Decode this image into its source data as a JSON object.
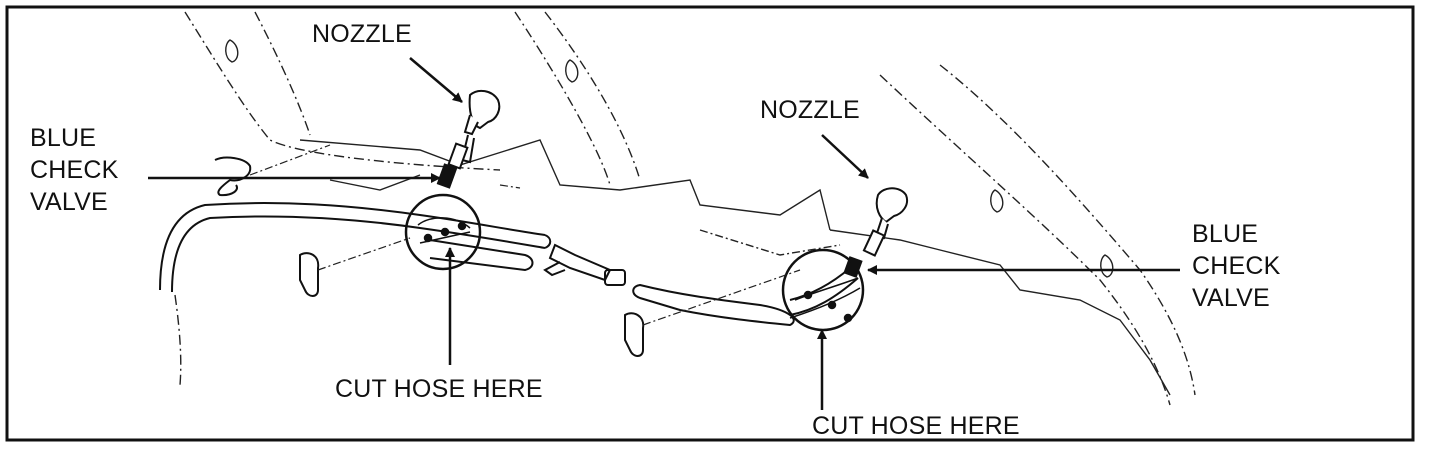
{
  "labels": {
    "nozzle_left": "NOZZLE",
    "nozzle_right": "NOZZLE",
    "check_valve_left": [
      "BLUE",
      "CHECK",
      "VALVE"
    ],
    "check_valve_right": [
      "BLUE",
      "CHECK",
      "VALVE"
    ],
    "cut_hose_left": "CUT HOSE HERE",
    "cut_hose_right": "CUT HOSE HERE"
  },
  "colors": {
    "ink": "#111111",
    "paper": "#ffffff"
  }
}
